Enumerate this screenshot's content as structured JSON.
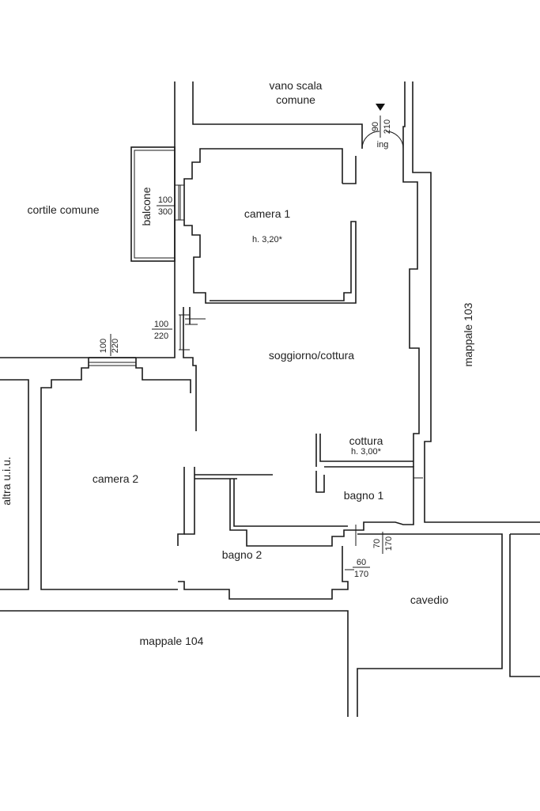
{
  "rooms": {
    "vano_scala_line1": "vano scala",
    "vano_scala_line2": "comune",
    "cortile": "cortile comune",
    "balcone": "balcone",
    "camera1": "camera 1",
    "camera1_height": "h. 3,20*",
    "soggiorno": "soggiorno/cottura",
    "cottura": "cottura",
    "cottura_height": "h. 3,00*",
    "bagno1": "bagno 1",
    "camera2": "camera 2",
    "bagno2": "bagno 2",
    "cavedio": "cavedio",
    "mappale103": "mappale 103",
    "mappale104": "mappale 104",
    "altra": "altra u.i.u.",
    "ing": "ing"
  },
  "openings": {
    "entrance_width": "90",
    "entrance_height": "210",
    "balcone_width": "100",
    "balcone_height": "300",
    "soggiorno_win_width": "100",
    "soggiorno_win_height": "220",
    "camera2_win_width": "100",
    "camera2_win_height": "220",
    "bagno1_win_width": "70",
    "bagno1_win_height": "170",
    "bagno2_win_width": "60",
    "bagno2_win_height": "170"
  }
}
